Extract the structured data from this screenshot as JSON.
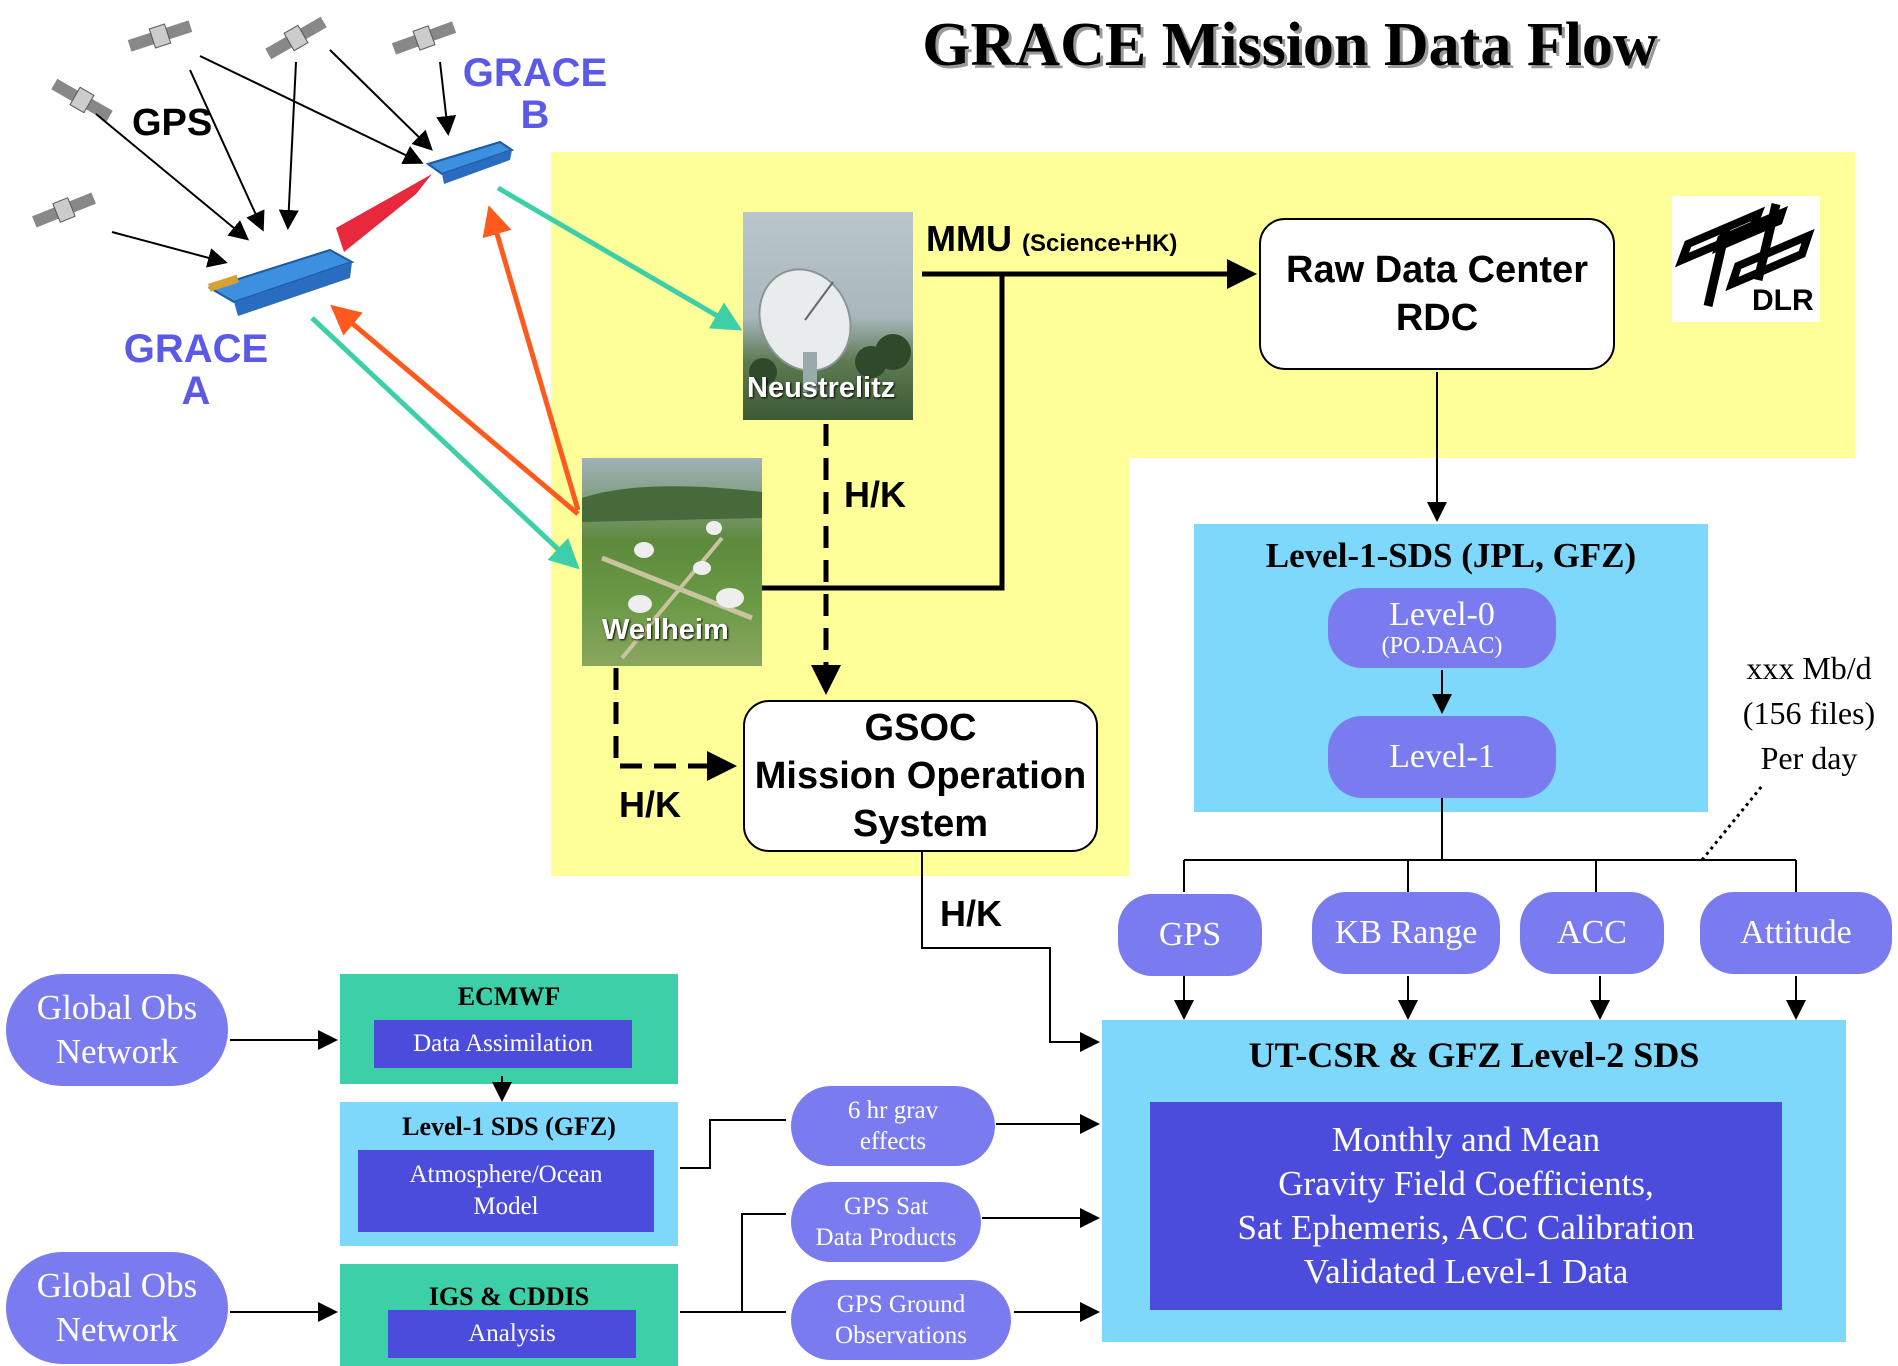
{
  "title": "GRACE Mission Data Flow",
  "satellites": {
    "gps_label": "GPS",
    "grace_b_line1": "GRACE",
    "grace_b_line2": "B",
    "grace_a_line1": "GRACE",
    "grace_a_line2": "A"
  },
  "ground_stations": {
    "neustrelitz": "Neustrelitz",
    "weilheim": "Weilheim"
  },
  "links": {
    "mmu": "MMU",
    "mmu_detail": "(Science+HK)",
    "hk_neustrelitz": "H/K",
    "hk_weilheim": "H/K",
    "hk_gsoc": "H/K"
  },
  "rdc": {
    "line1": "Raw Data Center",
    "line2": "RDC"
  },
  "dlr_logo_text": "DLR",
  "gsoc": {
    "line1": "GSOC",
    "line2": "Mission Operation",
    "line3": "System"
  },
  "level1_sds": {
    "title": "Level-1-SDS (JPL, GFZ)",
    "level0": "Level-0",
    "level0_sub": "(PO.DAAC)",
    "level1": "Level-1"
  },
  "volume_note": {
    "line1": "xxx Mb/d",
    "line2": "(156 files)",
    "line3": "Per day"
  },
  "products": [
    "GPS",
    "KB Range",
    "ACC",
    "Attitude"
  ],
  "level2": {
    "title": "UT-CSR & GFZ Level-2 SDS",
    "line1": "Monthly and Mean",
    "line2": "Gravity Field Coefficients,",
    "line3": "Sat Ephemeris, ACC Calibration",
    "line4": "Validated Level-1 Data"
  },
  "global_obs_1": {
    "line1": "Global Obs",
    "line2": "Network"
  },
  "global_obs_2": {
    "line1": "Global Obs",
    "line2": "Network"
  },
  "ecmwf": {
    "title": "ECMWF",
    "inner": "Data Assimilation"
  },
  "level1_gfz": {
    "title": "Level-1 SDS (GFZ)",
    "inner_line1": "Atmosphere/Ocean",
    "inner_line2": "Model"
  },
  "igs": {
    "title": "IGS & CDDIS",
    "inner": "Analysis"
  },
  "grav_effects": {
    "line1": "6 hr grav",
    "line2": "effects"
  },
  "gps_sat": {
    "line1": "GPS Sat",
    "line2": "Data Products"
  },
  "gps_ground": {
    "line1": "GPS Ground",
    "line2": "Observations"
  },
  "colors": {
    "yellow_region": "#ffff99",
    "cyan_box": "#7dd8fb",
    "pill": "#7b7bf0",
    "teal_box": "#3ccfa8",
    "dark_blue": "#4c4cdc",
    "grace_label": "#5a5ae6",
    "downlink_arrow": "#3ccfa8",
    "uplink_arrow": "#ff5a1e",
    "intersat_link": "#e8283c"
  }
}
